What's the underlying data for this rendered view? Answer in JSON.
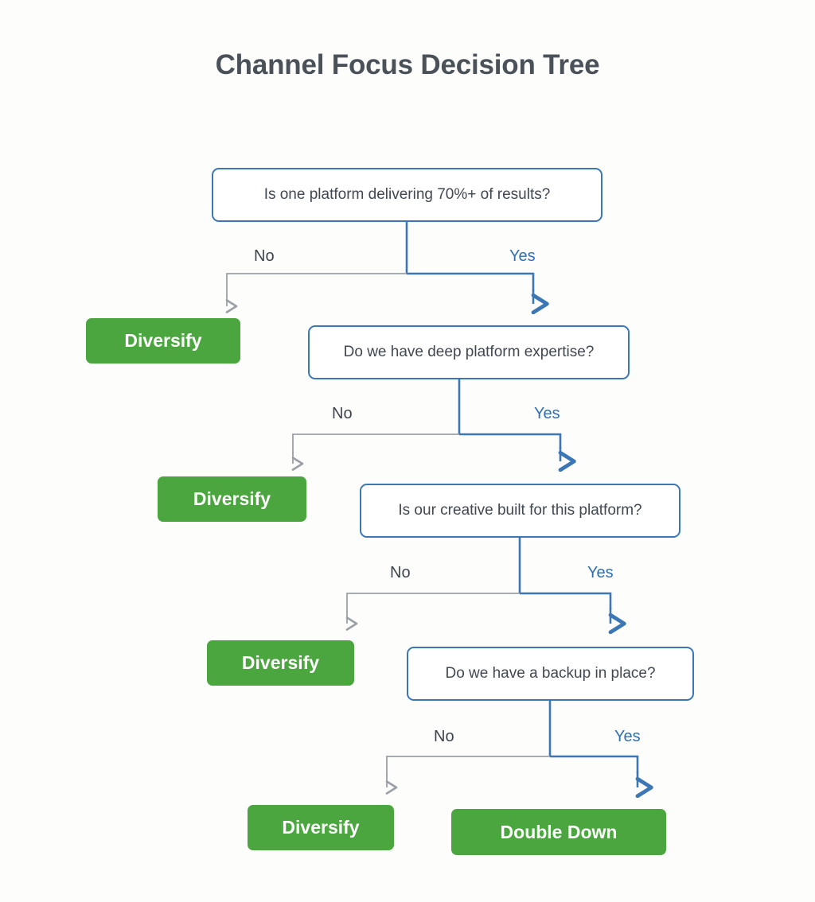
{
  "page": {
    "title": "Channel Focus Decision Tree",
    "background_color": "#fdfdfc",
    "title_color": "#4a5159"
  },
  "theme": {
    "decision_border_color": "#3b77b5",
    "decision_fill_color": "#ffffff",
    "decision_text_color": "#414852",
    "terminal_fill_color": "#4ba63f",
    "terminal_text_color": "#ffffff",
    "yes_branch_color": "#3b77b5",
    "no_branch_color": "#9aa0a6",
    "yes_label_color": "#2f6fb0",
    "no_label_color": "#3d444d"
  },
  "labels": {
    "yes": "Yes",
    "no": "No"
  },
  "nodes": {
    "decision_1": {
      "text": "Is one platform delivering 70%+ of results?"
    },
    "decision_2": {
      "text": "Do we have deep platform expertise?"
    },
    "decision_3": {
      "text": "Is our creative built for this platform?"
    },
    "decision_4": {
      "text": "Do we have a backup in place?"
    },
    "outcome_1": {
      "text": "Diversify"
    },
    "outcome_2": {
      "text": "Diversify"
    },
    "outcome_3": {
      "text": "Diversify"
    },
    "outcome_4": {
      "text": "Diversify"
    },
    "outcome_5": {
      "text": "Double Down"
    }
  },
  "branch_labels": {
    "level_1_no": "No",
    "level_1_yes": "Yes",
    "level_2_no": "No",
    "level_2_yes": "Yes",
    "level_3_no": "No",
    "level_3_yes": "Yes",
    "level_4_no": "No",
    "level_4_yes": "Yes"
  },
  "chart_data": {
    "type": "diagram",
    "title": "Channel Focus Decision Tree",
    "structure": "binary decision tree, 4 decision nodes, 5 terminal outcomes",
    "levels": [
      {
        "level": 1,
        "question": "Is one platform delivering 70%+ of results?",
        "no": "Diversify",
        "yes": "Do we have deep platform expertise?"
      },
      {
        "level": 2,
        "question": "Do we have deep platform expertise?",
        "no": "Diversify",
        "yes": "Is our creative built for this platform?"
      },
      {
        "level": 3,
        "question": "Is our creative built for this platform?",
        "no": "Diversify",
        "yes": "Do we have a backup in place?"
      },
      {
        "level": 4,
        "question": "Do we have a backup in place?",
        "no": "Diversify",
        "yes": "Double Down"
      }
    ],
    "outcomes": [
      "Diversify",
      "Diversify",
      "Diversify",
      "Diversify",
      "Double Down"
    ]
  }
}
